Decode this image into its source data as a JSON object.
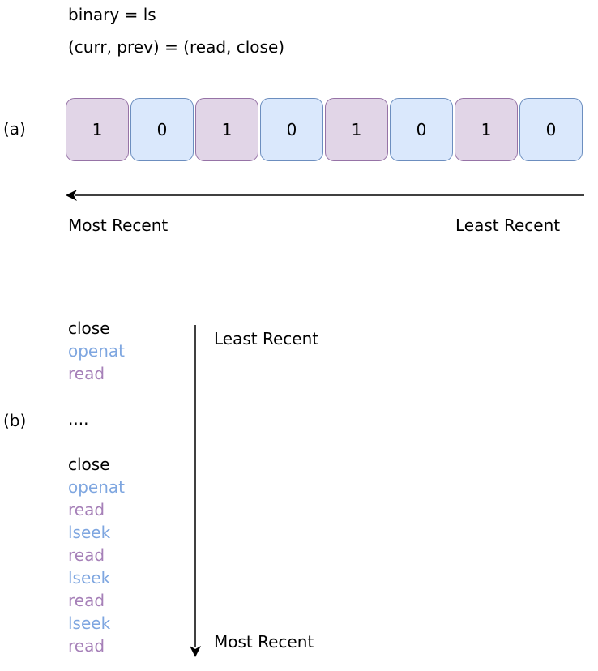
{
  "header": {
    "line1": "binary = ls",
    "line2": "(curr, prev) = (read, close)"
  },
  "part_a": {
    "label": "(a)",
    "cells": [
      "1",
      "0",
      "1",
      "0",
      "1",
      "0",
      "1",
      "0"
    ],
    "left_label": "Most Recent",
    "right_label": "Least Recent"
  },
  "part_b": {
    "label": "(b)",
    "group1": [
      "close",
      "openat",
      "read"
    ],
    "ellipsis": "....",
    "group2": [
      "close",
      "openat",
      "read",
      "lseek",
      "read",
      "lseek",
      "read",
      "lseek",
      "read"
    ],
    "top_label": "Least Recent",
    "bottom_label": "Most Recent"
  },
  "colors": {
    "close": "#000000",
    "openat": "#7ea6e0",
    "lseek": "#7ea6e0",
    "read": "#a680b8",
    "one_fill": "#e1d5e7",
    "one_stroke": "#9673a6",
    "zero_fill": "#dae8fc",
    "zero_stroke": "#6c8ebf"
  }
}
